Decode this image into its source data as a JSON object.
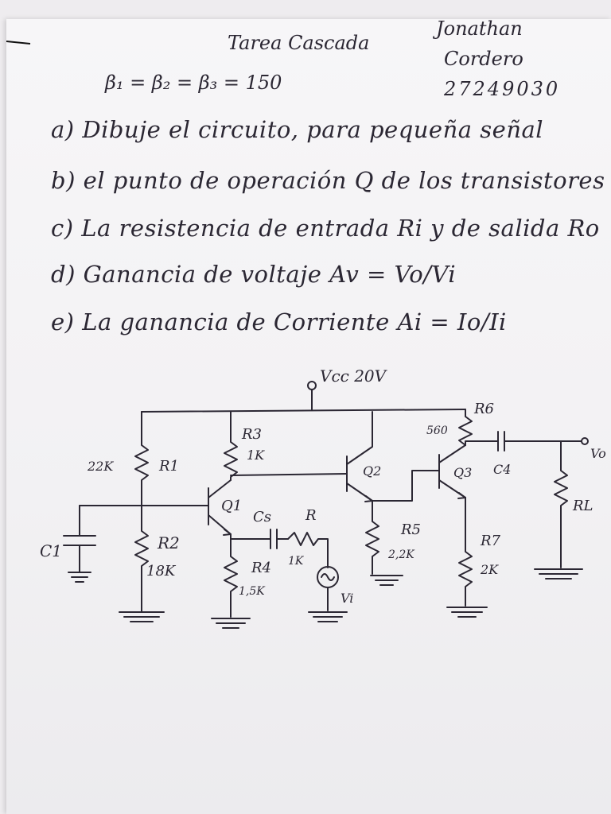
{
  "header": {
    "title": "Tarea Cascada",
    "author_first": "Jonathan",
    "author_last": "Cordero",
    "student_id": "27249030",
    "betas": "β₁ = β₂ = β₃ = 150"
  },
  "questions": [
    "a) Dibuje el circuito, para pequeña señal",
    "b) el punto de operación Q de los transistores",
    "c) La resistencia de entrada Ri y de salida Ro",
    "d) Ganancia de voltaje Av = Vo/Vi",
    "e) La ganancia de Corriente Ai = Io/Ii"
  ],
  "circuit": {
    "vcc": "Vcc 20V",
    "vo": "Vo",
    "components": {
      "r1": {
        "name": "R1",
        "value": "22K"
      },
      "r2": {
        "name": "R2",
        "value": "18K"
      },
      "r3": {
        "name": "R3",
        "value": "1K"
      },
      "r4": {
        "name": "R4",
        "value": "1,5K"
      },
      "r5": {
        "name": "R5",
        "value": "2,2K"
      },
      "r6": {
        "name": "R6",
        "value": "560"
      },
      "r7": {
        "name": "R7",
        "value": "2K"
      },
      "r": {
        "name": "R",
        "value": "1K"
      },
      "rl": {
        "name": "RL"
      },
      "c1": {
        "name": "C1"
      },
      "c4": {
        "name": "C4"
      },
      "cs": {
        "name": "Cs"
      },
      "q1": {
        "name": "Q1"
      },
      "q2": {
        "name": "Q2"
      },
      "q3": {
        "name": "Q3"
      },
      "vi": {
        "name": "Vi"
      }
    }
  },
  "colors": {
    "ink": "#2b2733",
    "paper": "#f5f4f6"
  }
}
